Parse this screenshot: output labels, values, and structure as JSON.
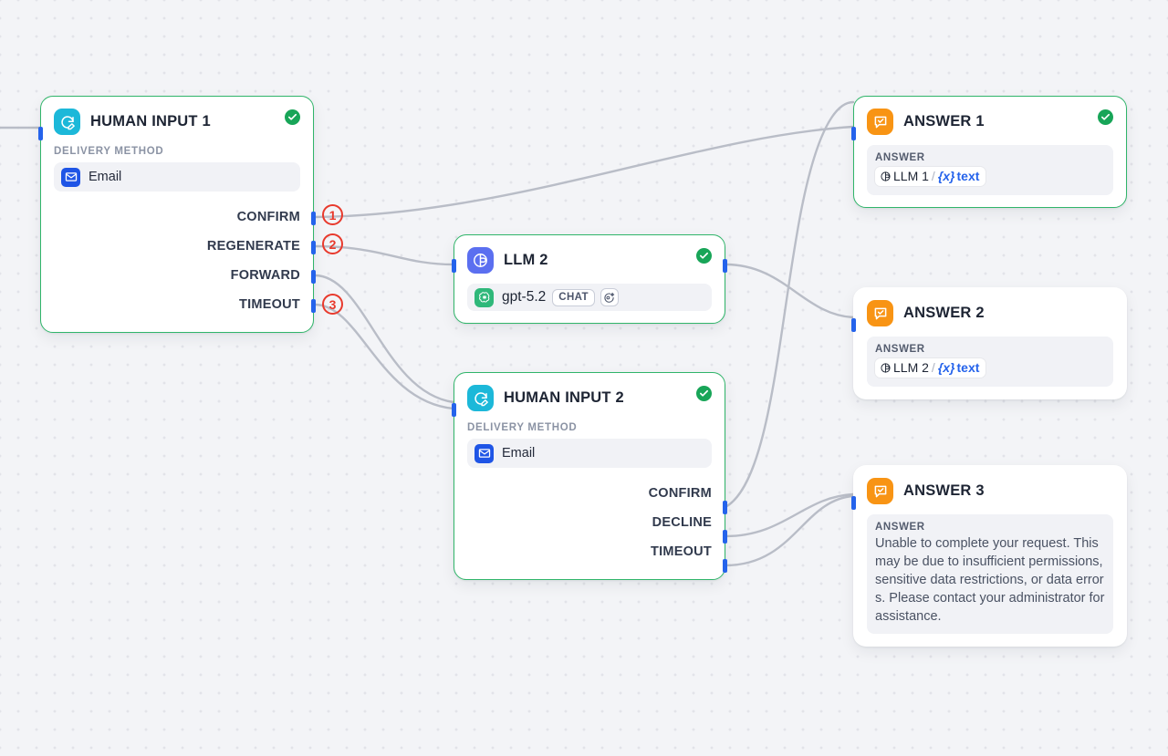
{
  "canvas": {
    "background_color": "#f3f4f7",
    "dot_color": "#e2e3e9",
    "edge_color": "#b9bdc7",
    "accent_ok": "#18a558",
    "accent_step": "#e8392c",
    "handle_color": "#2563eb"
  },
  "nodes": {
    "human_input_1": {
      "title": "HUMAN INPUT 1",
      "status": "ok",
      "field_label": "DELIVERY METHOD",
      "field_value": "Email",
      "ports": [
        "CONFIRM",
        "REGENERATE",
        "FORWARD",
        "TIMEOUT"
      ]
    },
    "llm_2": {
      "title": "LLM 2",
      "status": "ok",
      "model": "gpt-5.2",
      "mode_chip": "CHAT",
      "ports": [
        "out"
      ]
    },
    "human_input_2": {
      "title": "HUMAN INPUT 2",
      "status": "ok",
      "field_label": "DELIVERY METHOD",
      "field_value": "Email",
      "ports": [
        "CONFIRM",
        "DECLINE",
        "TIMEOUT"
      ]
    },
    "answer_1": {
      "title": "ANSWER 1",
      "status": "ok",
      "field_label": "ANSWER",
      "token_source": "LLM 1",
      "token_var": "{x}",
      "token_type": "text"
    },
    "answer_2": {
      "title": "ANSWER 2",
      "status": "none",
      "field_label": "ANSWER",
      "token_source": "LLM 2",
      "token_var": "{x}",
      "token_type": "text"
    },
    "answer_3": {
      "title": "ANSWER 3",
      "status": "none",
      "field_label": "ANSWER",
      "text": "Unable to complete your request. This may be due to insufficient permissions, sensitive data restrictions, or data errors. Please contact your administrator for assistance."
    }
  },
  "step_badges": [
    {
      "label": "1"
    },
    {
      "label": "2"
    },
    {
      "label": "3"
    }
  ]
}
